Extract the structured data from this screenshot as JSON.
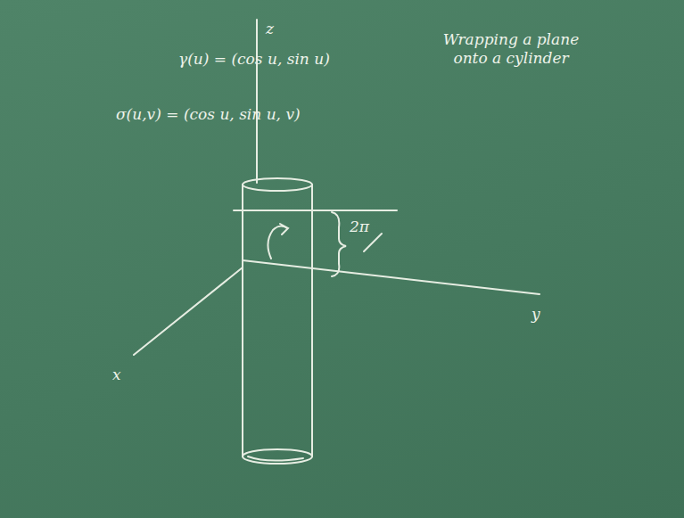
{
  "diagram": {
    "labels": [
      "γ(u) = (cos u, sin u)",
      "σ(u,v) = (cos u, sin u, v)",
      "z",
      "Wrapping a plane onto a cylinder",
      "2π",
      "y",
      "x"
    ]
  }
}
